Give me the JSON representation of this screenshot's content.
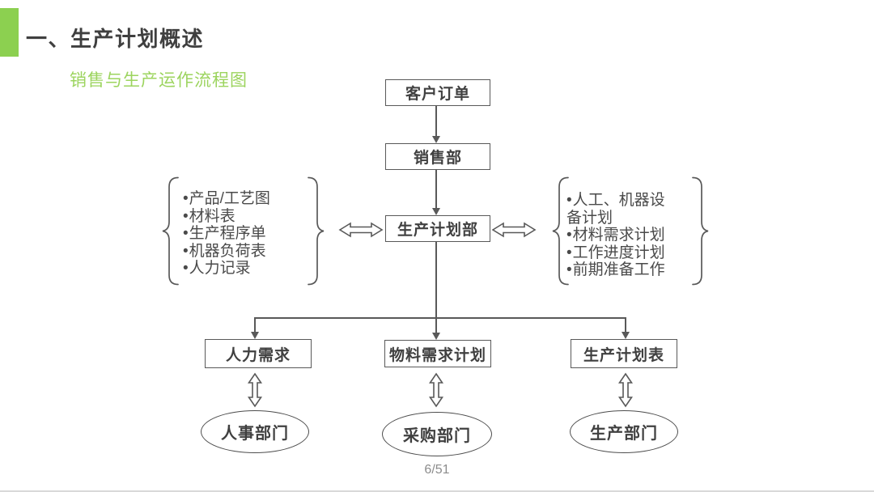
{
  "header": {
    "title": "一、生产计划概述",
    "subtitle": "销售与生产运作流程图"
  },
  "diagram": {
    "nodes": {
      "customer_order": "客户订单",
      "sales_dept": "销售部",
      "production_planning_dept": "生产计划部",
      "manpower_requirements": "人力需求",
      "material_requirements_plan": "物料需求计划",
      "production_schedule": "生产计划表",
      "hr_dept": "人事部门",
      "purchasing_dept": "采购部门",
      "production_dept": "生产部门"
    },
    "left_inputs": [
      "产品/工艺图",
      "材料表",
      "生产程序单",
      "机器负荷表",
      "人力记录"
    ],
    "right_outputs": [
      "人工、机器设备计划",
      "材料需求计划",
      "工作进度计划",
      "前期准备工作"
    ]
  },
  "footer": {
    "page_number": "6/51"
  },
  "colors": {
    "accent_green": "#8CD050",
    "subtitle_green": "#9CD45E",
    "title_gray": "#3F3F3F",
    "line_gray": "#595959"
  }
}
